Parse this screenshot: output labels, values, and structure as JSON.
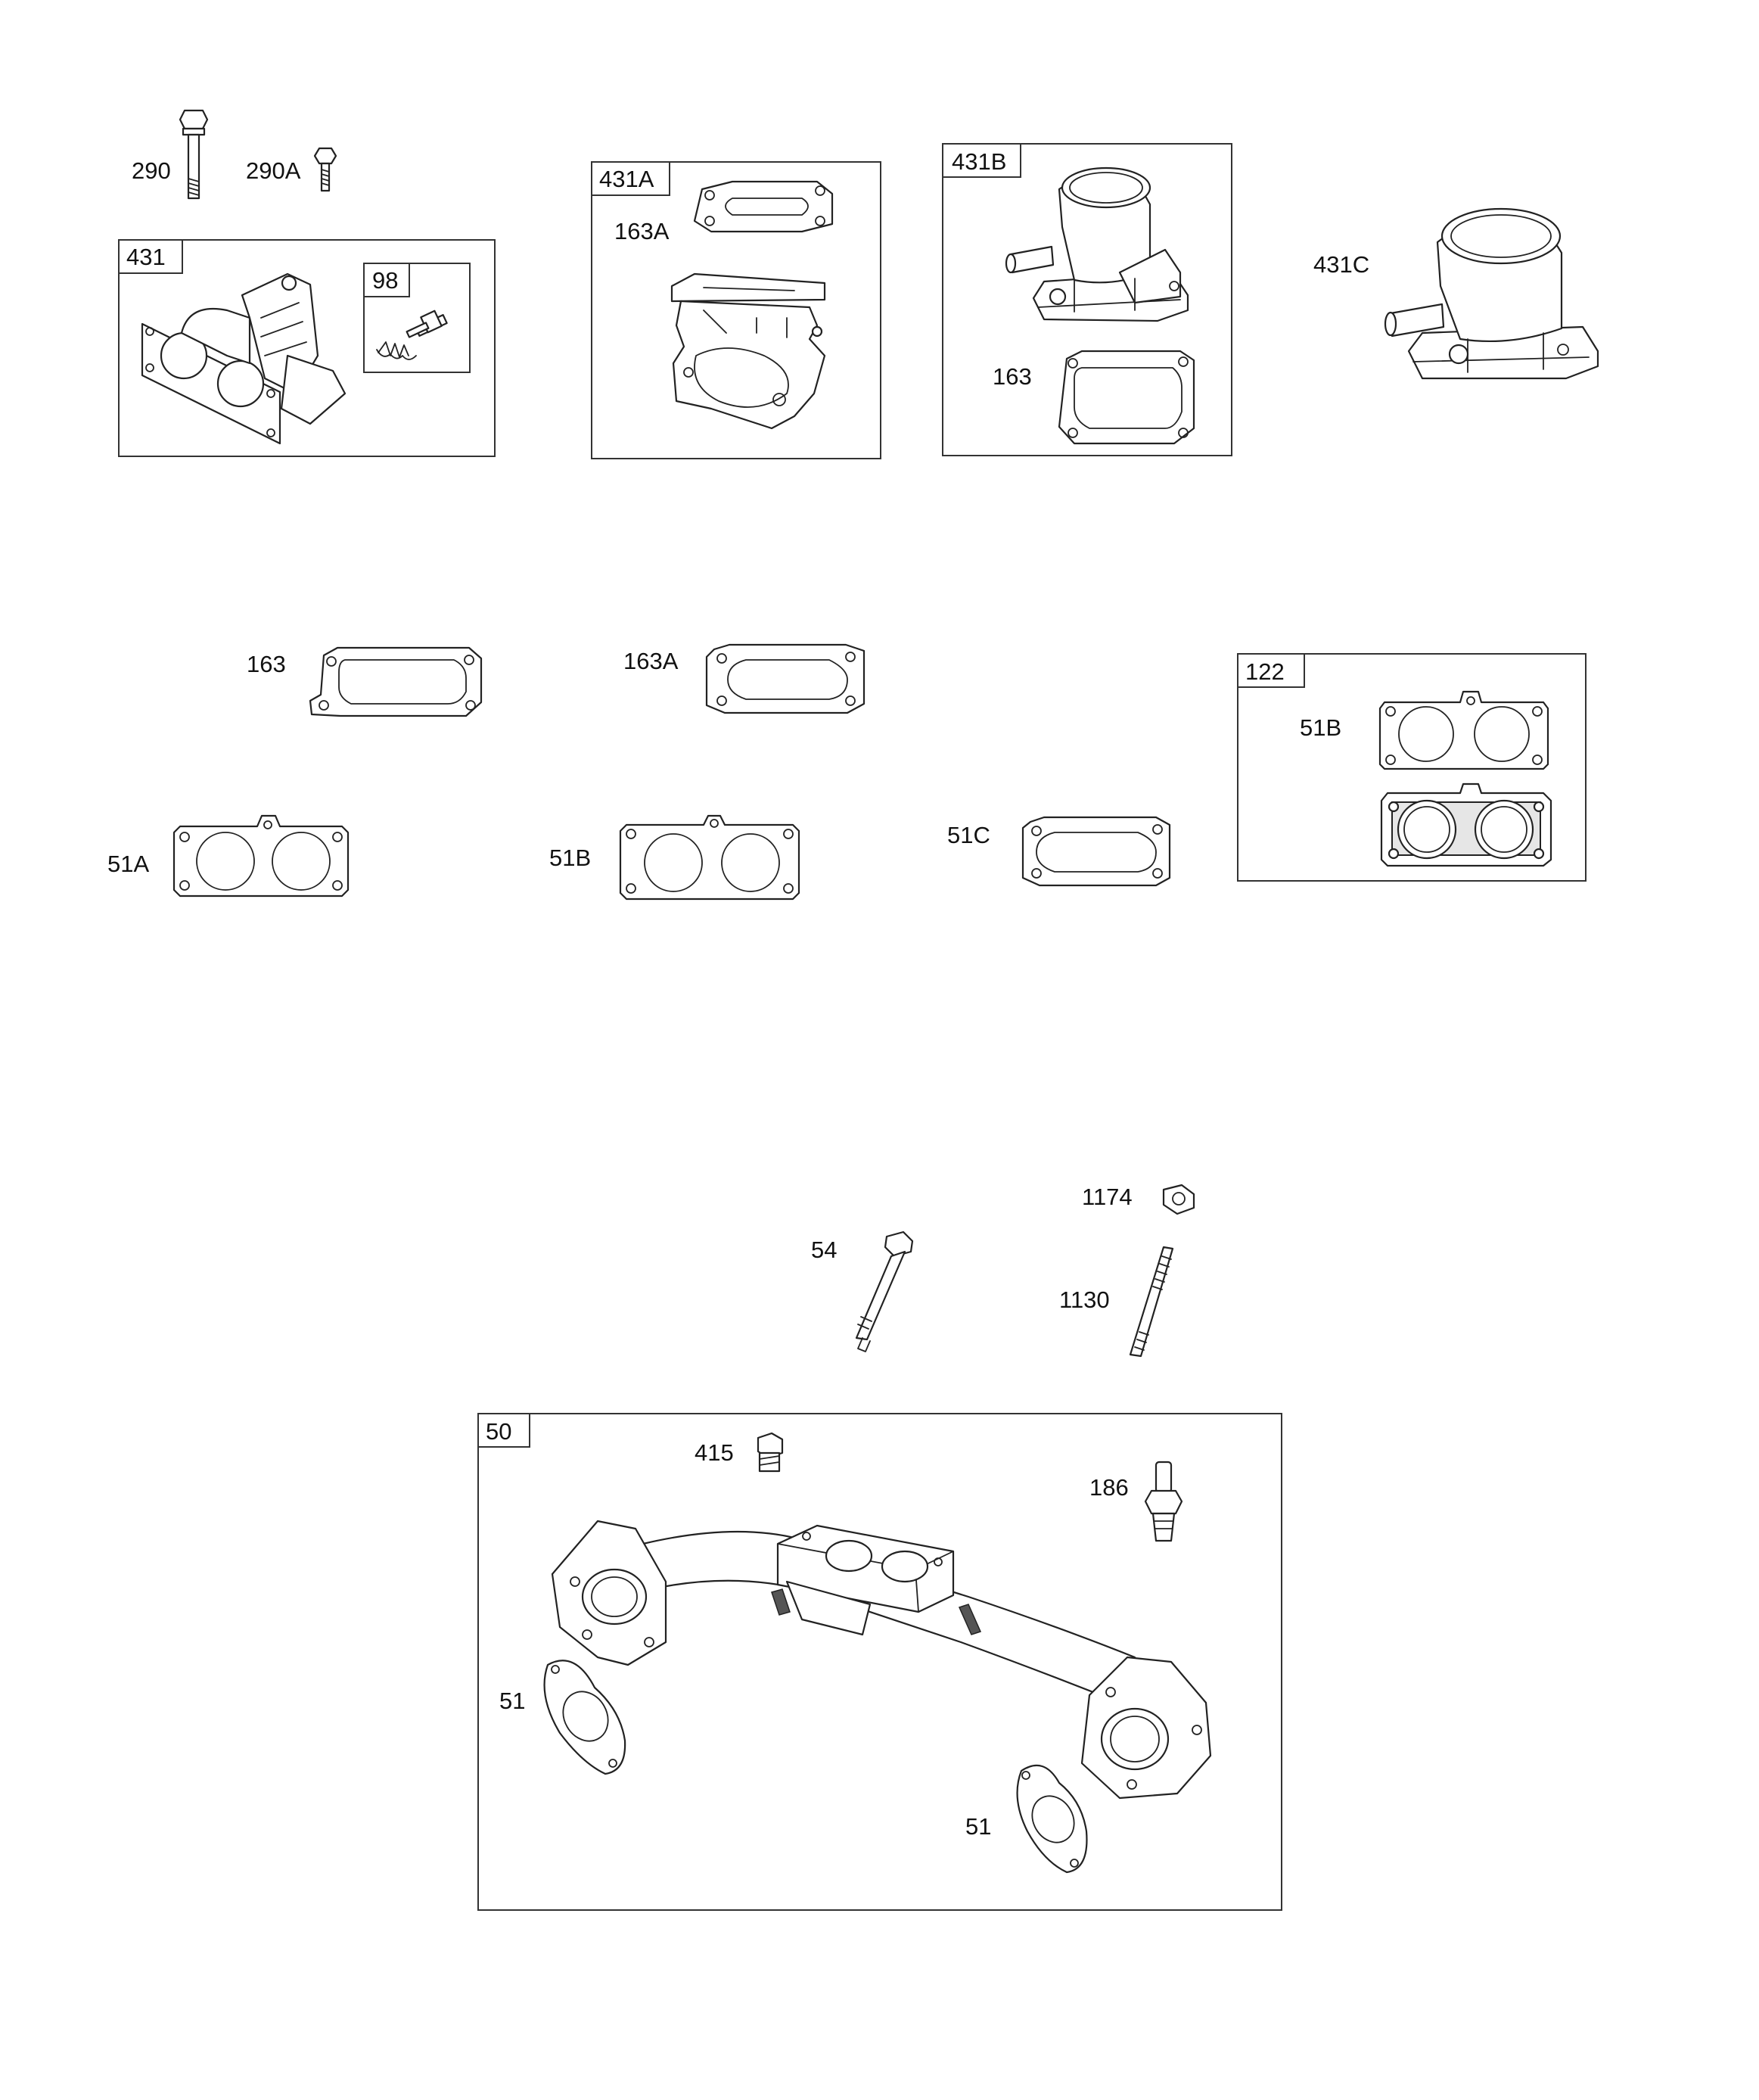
{
  "groups": {
    "g431": "431",
    "g98": "98",
    "g431A": "431A",
    "g431B": "431B",
    "g122": "122",
    "g50": "50"
  },
  "labels": {
    "p290": "290",
    "p290A": "290A",
    "p163A_top": "163A",
    "p163_top": "163",
    "p431C": "431C",
    "p163_mid": "163",
    "p163A_mid": "163A",
    "p51B_122": "51B",
    "p51A": "51A",
    "p51B_mid": "51B",
    "p51C": "51C",
    "p1174": "1174",
    "p54": "54",
    "p1130": "1130",
    "p415": "415",
    "p186": "186",
    "p51_left": "51",
    "p51_right": "51"
  }
}
